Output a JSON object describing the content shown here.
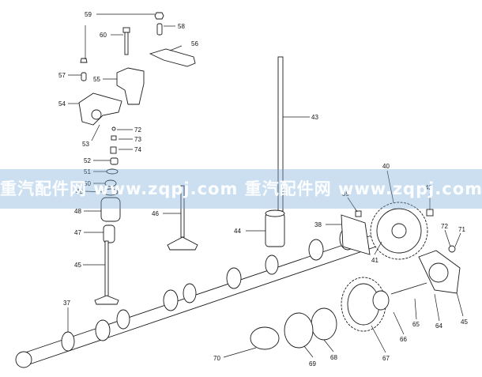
{
  "watermark": {
    "text": "重汽配件网 www.zqpj.com 重汽配件网 www.zqpj.com"
  },
  "callouts": [
    "59",
    "58",
    "60",
    "56",
    "57",
    "55",
    "54",
    "53",
    "72",
    "73",
    "74",
    "52",
    "51",
    "50",
    "49",
    "48",
    "47",
    "45",
    "46",
    "44",
    "43",
    "42",
    "41",
    "40",
    "39",
    "38",
    "37",
    "70",
    "69",
    "68",
    "67",
    "66",
    "65",
    "64",
    "45",
    "71",
    "72"
  ],
  "colors": {
    "line": "#1a1a1a",
    "watermark_band": "#78aad7"
  }
}
